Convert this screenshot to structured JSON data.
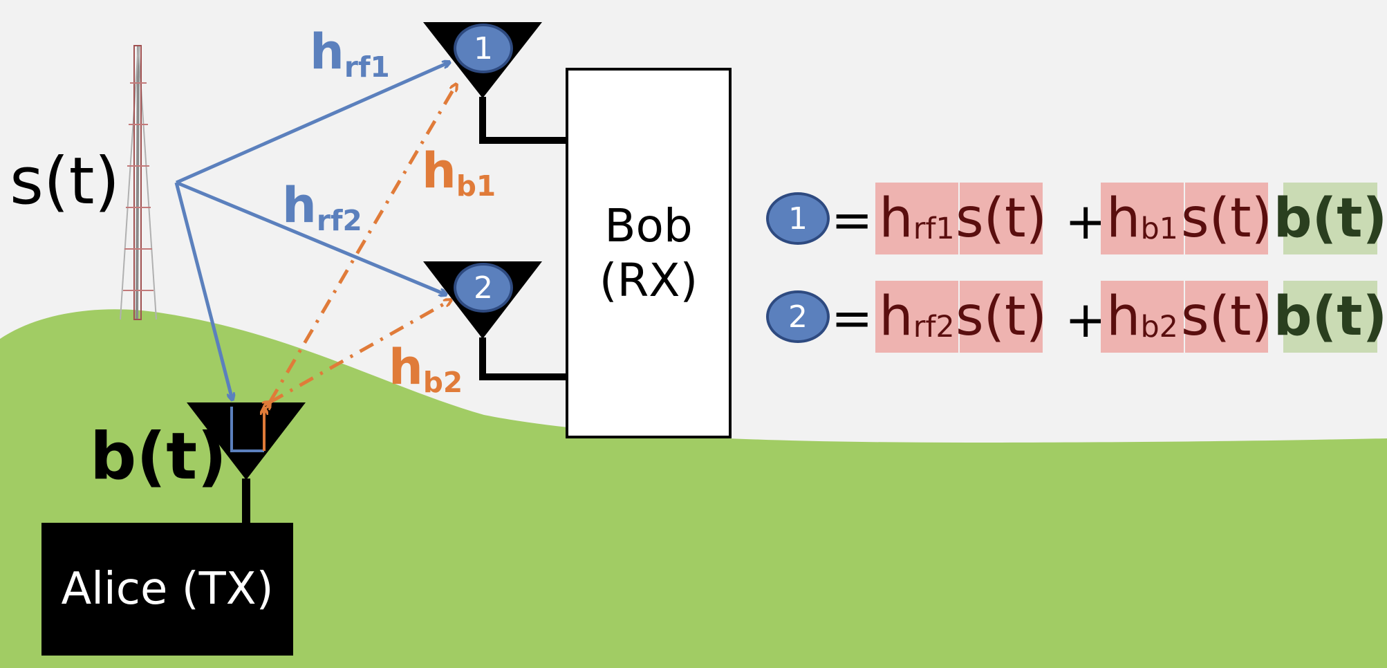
{
  "source": {
    "label": "s(t)"
  },
  "channels": {
    "rf1": {
      "base": "h",
      "sub": "rf1"
    },
    "rf2": {
      "base": "h",
      "sub": "rf2"
    },
    "b1": {
      "base": "h",
      "sub": "b1"
    },
    "b2": {
      "base": "h",
      "sub": "b2"
    }
  },
  "tag": {
    "label": "b(t)"
  },
  "alice": {
    "label": "Alice (TX)"
  },
  "bob": {
    "line1": "Bob",
    "line2": "(RX)"
  },
  "antennas": {
    "a1": "1",
    "a2": "2"
  },
  "equations": [
    {
      "antenna": "1",
      "equals": "=",
      "t1_base": "h",
      "t1_sub": "rf1",
      "t1_sig": "s(t)",
      "plus": "+",
      "t2_base": "h",
      "t2_sub": "b1",
      "t2_sig": "s(t)",
      "tag": "b(t)"
    },
    {
      "antenna": "2",
      "equals": "=",
      "t1_base": "h",
      "t1_sub": "rf2",
      "t1_sig": "s(t)",
      "plus": "+",
      "t2_base": "h",
      "t2_sub": "b2",
      "t2_sig": "s(t)",
      "tag": "b(t)"
    }
  ],
  "colors": {
    "rf": "#5b80bd",
    "backscatter": "#e07b39",
    "ground": "#a1cc64",
    "term": "#eeb3b0",
    "tagterm": "#cadbb4"
  }
}
